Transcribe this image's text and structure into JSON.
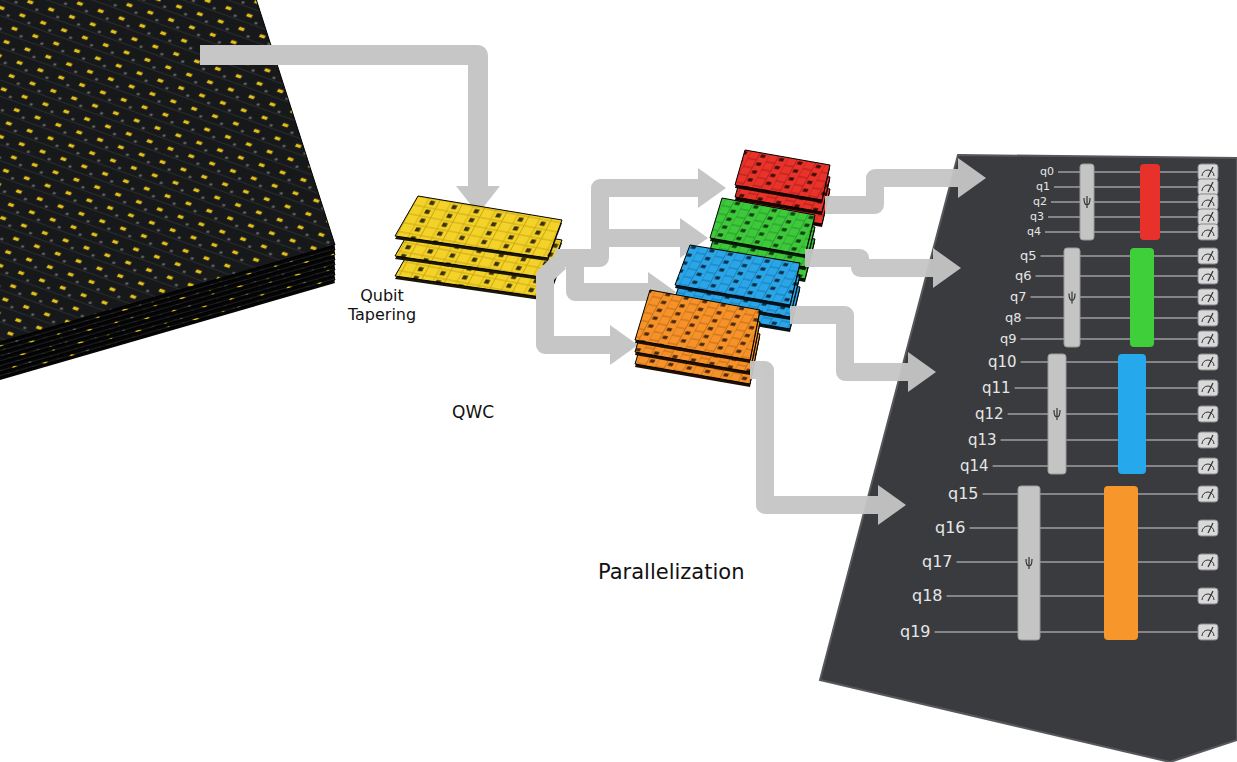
{
  "diagram": {
    "nodes": [
      {
        "text": [
          "q0",
          "q1",
          "q2",
          "q3",
          "q4",
          "q5",
          "q6",
          "q7",
          "q8",
          "q9",
          "q10",
          "q11",
          "q12",
          "q13",
          "q14",
          "q15",
          "q16",
          "q17",
          "q18",
          "q19"
        ]
      }
    ],
    "labels": [
      "Qubit Tapering",
      "QWC",
      "Parallelization"
    ]
  }
}
